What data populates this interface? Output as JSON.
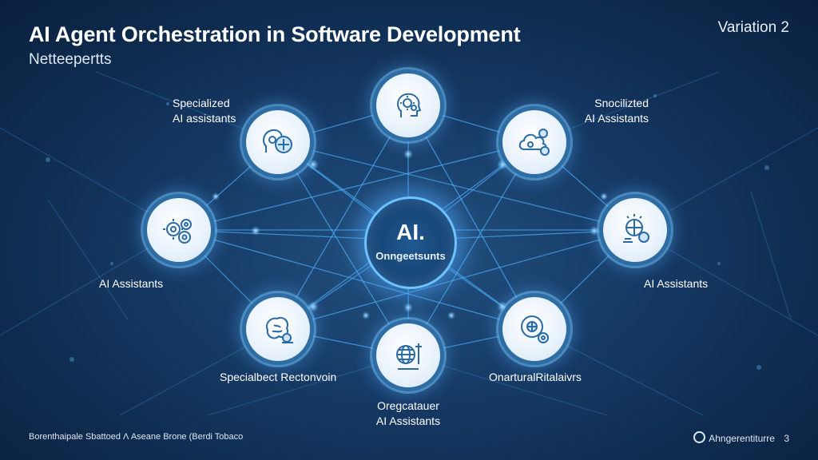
{
  "header": {
    "title": "AI Agent Orchestration in Software Development",
    "subtitle": "Netteepertts",
    "variation": "Variation 2"
  },
  "hub": {
    "line1": "AI.",
    "line2": "Onngeetsunts"
  },
  "labels": {
    "top_left_1": "Specialized",
    "top_left_2": "AI assistants",
    "top_right_1": "Snocilizted",
    "top_right_2": "AI Assistants",
    "mid_left": "AI Assistants",
    "mid_right": "AI Assistants",
    "bottom_left": "Specialbect Rectonvoin",
    "bottom_right": "OnarturalRitalaivrs",
    "bottom_center_1": "Oregcatauer",
    "bottom_center_2": "AI Assistants"
  },
  "footer": {
    "left": "Borenthaipale Sbattoed  Λ  Aseane Brone (Berdi Tobaco",
    "right": "Ahngerentiturre",
    "page": "3"
  },
  "colors": {
    "background": "#163a66",
    "line": "#4fb3ff",
    "node_ring": "#2e6da3",
    "icon": "#2a6aa6"
  },
  "icons": {
    "top": "head-gears-icon",
    "top_left": "head-robot-icon",
    "top_right": "cloud-gears-icon",
    "left": "gears-cluster-icon",
    "right": "gear-network-icon",
    "bottom_left": "brain-gears-icon",
    "bottom_right": "head-circuit-icon",
    "bottom": "globe-tools-icon"
  }
}
